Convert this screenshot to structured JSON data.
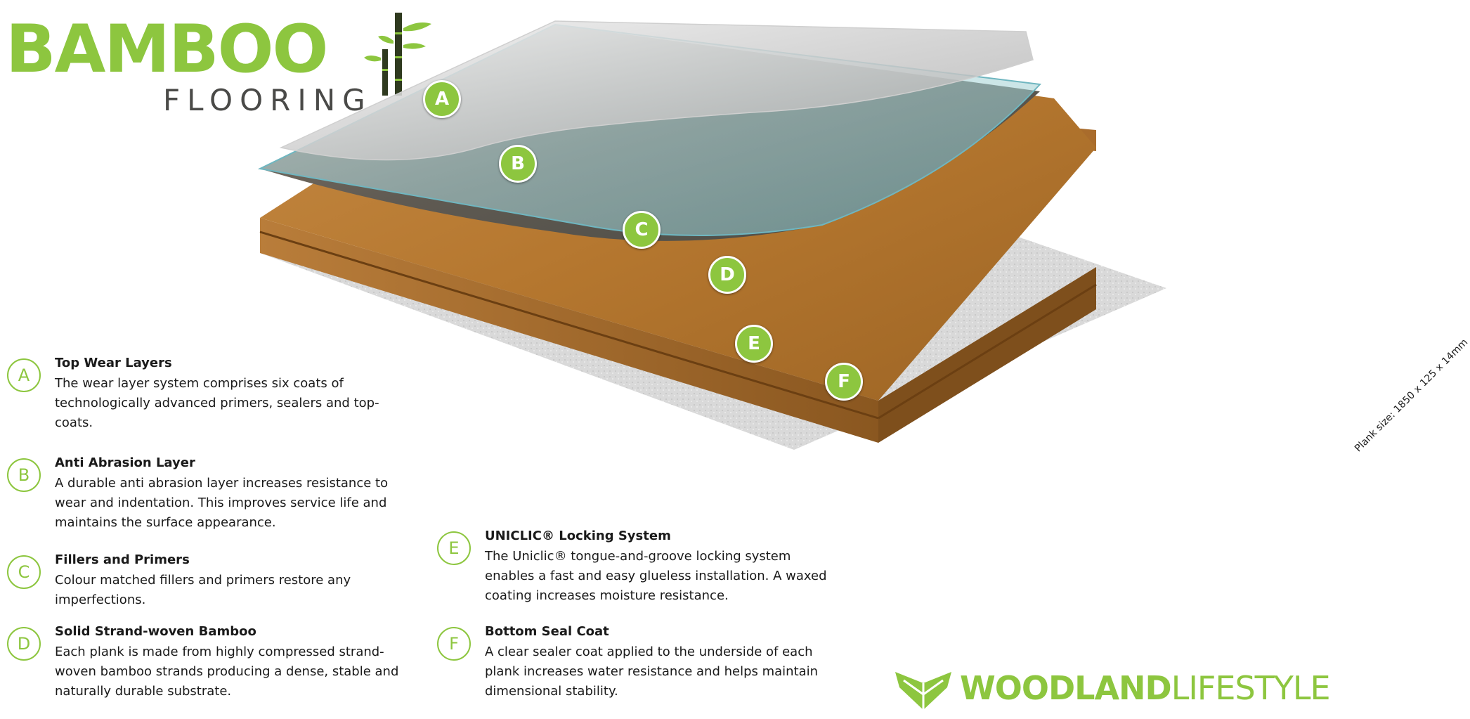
{
  "logo": {
    "title": "BAMBOO",
    "subtitle": "FLOORING",
    "icon": "bamboo-stalk-icon",
    "color": "#8dc63f"
  },
  "diagram": {
    "badges": [
      "A",
      "B",
      "C",
      "D",
      "E",
      "F"
    ],
    "plank_size": "Plank size: 1850 x 125 x 14mm"
  },
  "legend": {
    "a": {
      "letter": "A",
      "title": "Top Wear Layers",
      "description": "The wear layer system comprises six coats of technologically advanced primers, sealers and top-coats."
    },
    "b": {
      "letter": "B",
      "title": "Anti Abrasion Layer",
      "description": "A durable anti abrasion layer increases resistance to wear and indentation. This improves service life and maintains the surface appearance."
    },
    "c": {
      "letter": "C",
      "title": "Fillers and Primers",
      "description": "Colour matched fillers and primers restore any imperfections."
    },
    "d": {
      "letter": "D",
      "title": "Solid Strand-woven Bamboo",
      "description": "Each plank is made from highly compressed strand-woven bamboo strands producing a dense, stable and naturally durable substrate."
    },
    "e": {
      "letter": "E",
      "title": "UNICLIC® Locking System",
      "description": "The Uniclic® tongue-and-groove locking system enables a fast and easy glueless installation. A waxed coating increases moisture resistance."
    },
    "f": {
      "letter": "F",
      "title": "Bottom Seal Coat",
      "description": "A clear sealer coat applied to the underside of each plank increases water resistance and helps maintain dimensional stability."
    }
  },
  "brand": {
    "name_bold": "WOODLAND",
    "name_light": "LIFESTYLE",
    "icon": "woodland-leaf-icon",
    "color": "#8dc63f"
  }
}
